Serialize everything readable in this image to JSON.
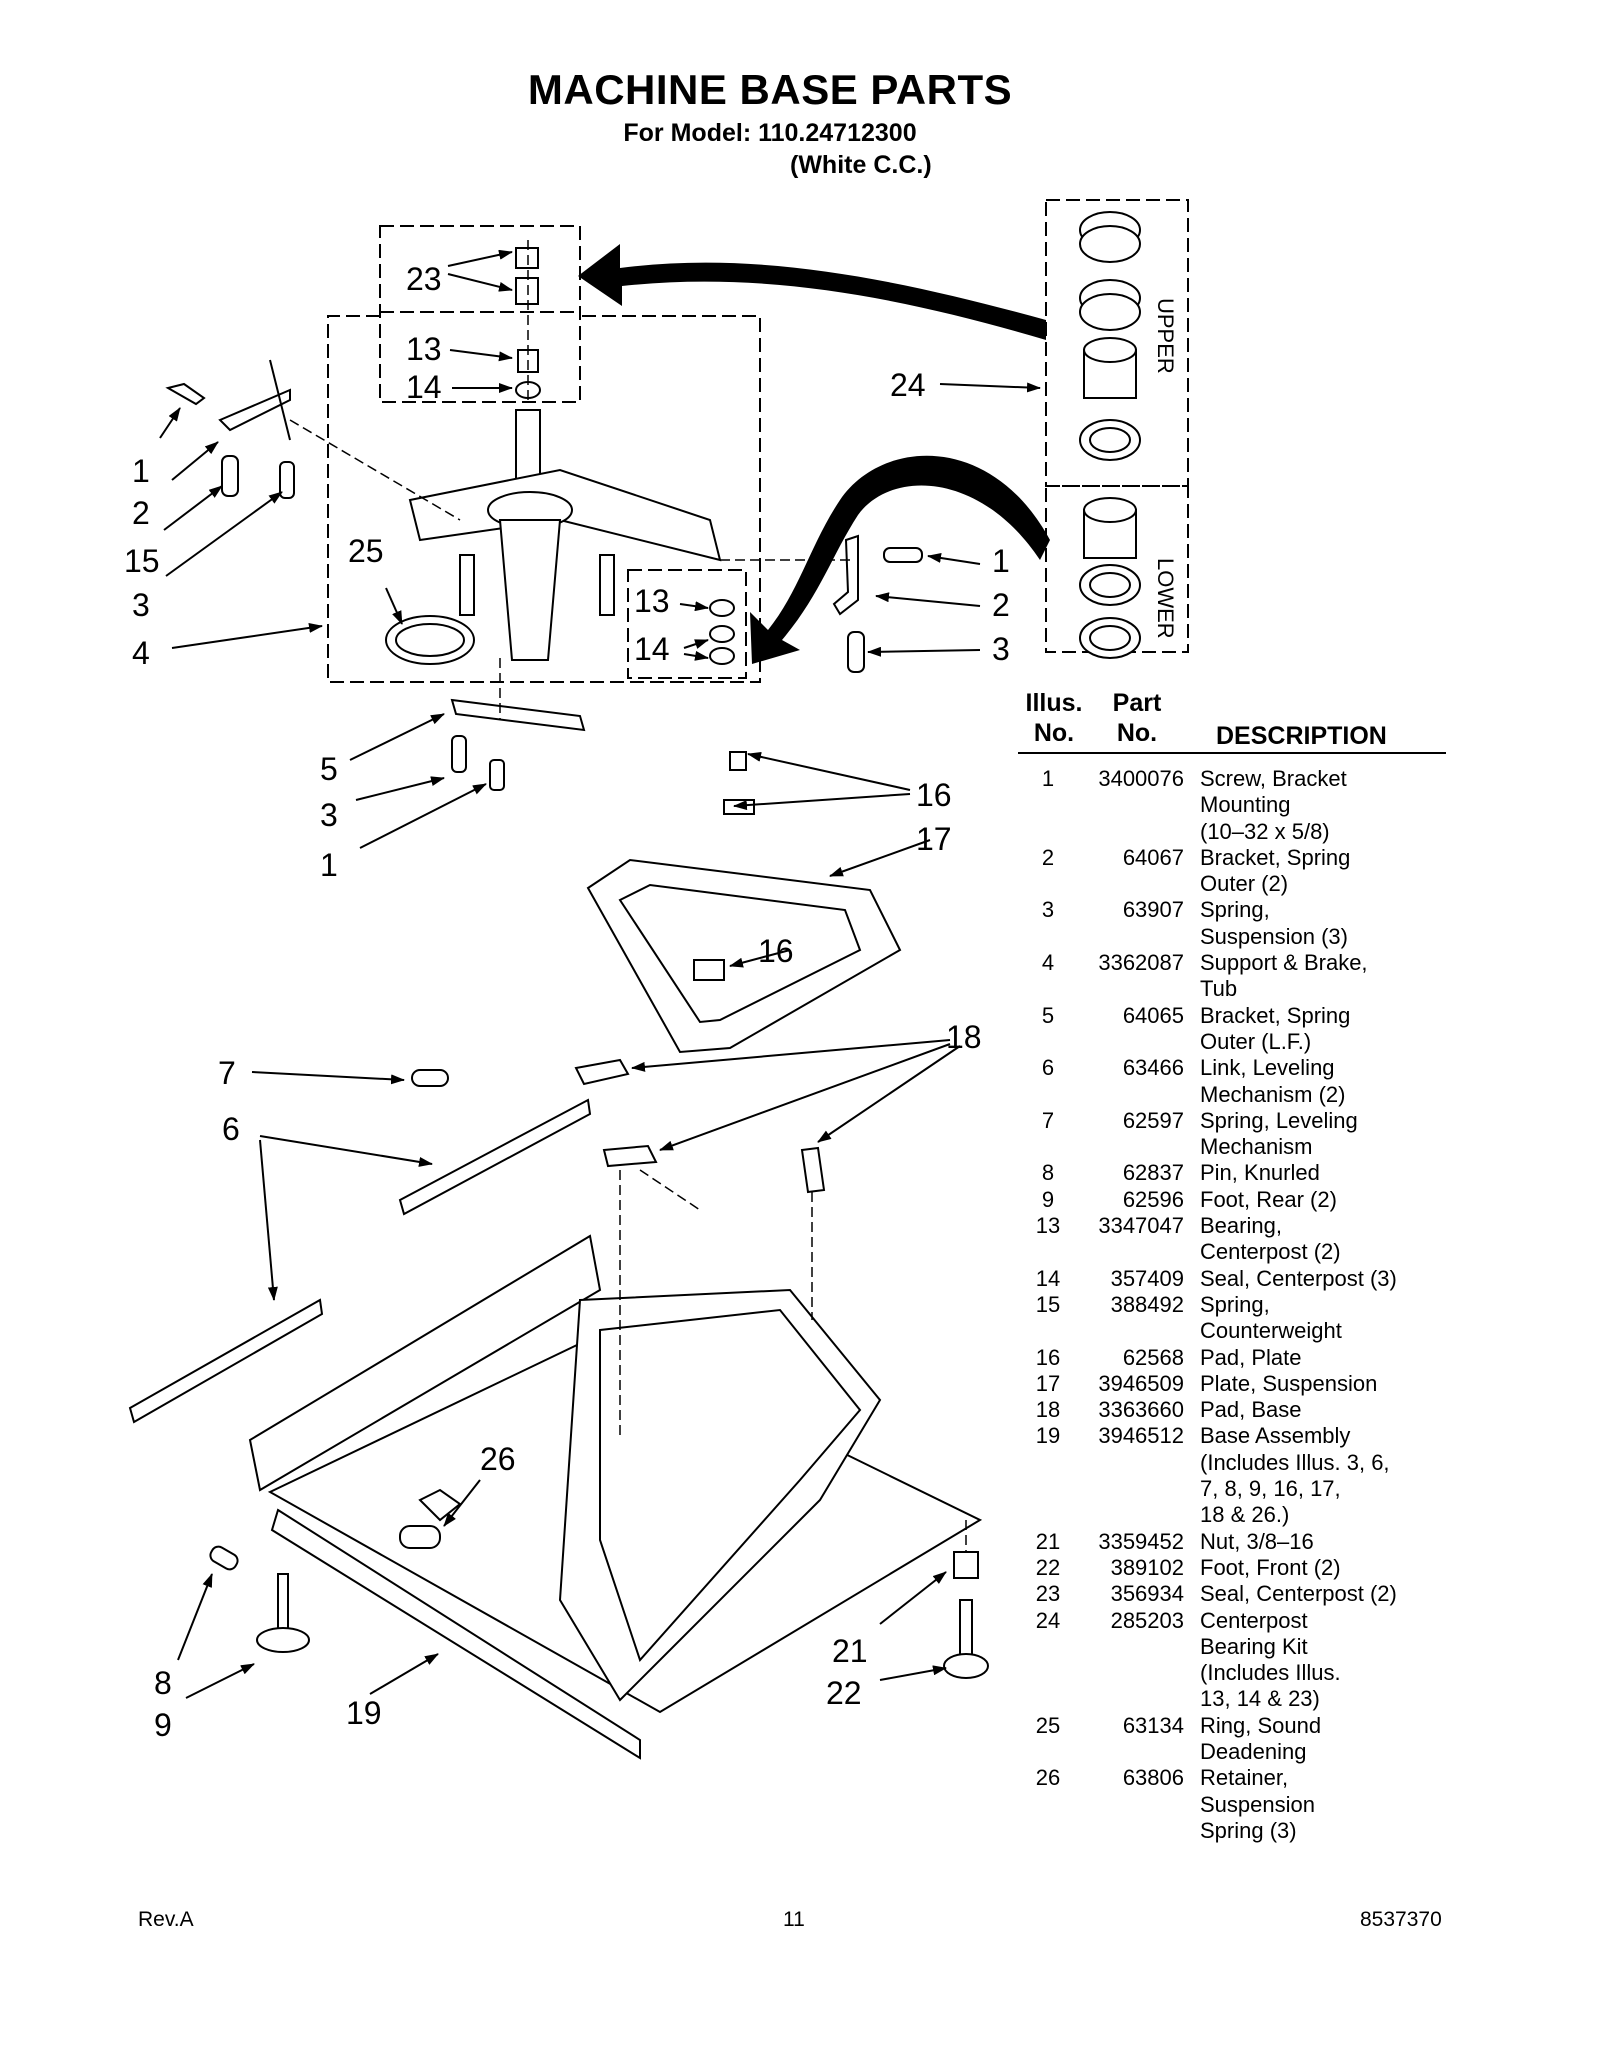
{
  "header": {
    "title": "MACHINE BASE PARTS",
    "model_line": "For Model: 110.24712300",
    "color_line": "(White C.C.)"
  },
  "diagram": {
    "callouts": [
      "23",
      "13",
      "14",
      "24",
      "1",
      "2",
      "15",
      "3",
      "4",
      "25",
      "1",
      "2",
      "3",
      "13",
      "14",
      "5",
      "3",
      "1",
      "16",
      "17",
      "16",
      "18",
      "7",
      "6",
      "26",
      "8",
      "9",
      "19",
      "21",
      "22"
    ],
    "kit_labels": {
      "upper": "UPPER",
      "lower": "LOWER"
    }
  },
  "parts_table": {
    "headers": {
      "illus": "Illus.\nNo.",
      "illus_line1": "Illus.",
      "illus_line2": "No.",
      "part_line1": "Part",
      "part_line2": "No.",
      "description": "DESCRIPTION"
    },
    "rows": [
      {
        "illus": "1",
        "part": "3400076",
        "desc": "Screw, Bracket\nMounting\n(10–32 x 5/8)"
      },
      {
        "illus": "2",
        "part": "64067",
        "desc": "Bracket, Spring\nOuter (2)"
      },
      {
        "illus": "3",
        "part": "63907",
        "desc": "Spring,\nSuspension (3)"
      },
      {
        "illus": "4",
        "part": "3362087",
        "desc": "Support & Brake,\nTub"
      },
      {
        "illus": "5",
        "part": "64065",
        "desc": "Bracket, Spring\nOuter (L.F.)"
      },
      {
        "illus": "6",
        "part": "63466",
        "desc": "Link, Leveling\nMechanism (2)"
      },
      {
        "illus": "7",
        "part": "62597",
        "desc": "Spring, Leveling\nMechanism"
      },
      {
        "illus": "8",
        "part": "62837",
        "desc": "Pin, Knurled"
      },
      {
        "illus": "9",
        "part": "62596",
        "desc": "Foot, Rear (2)"
      },
      {
        "illus": "13",
        "part": "3347047",
        "desc": "Bearing,\nCenterpost (2)"
      },
      {
        "illus": "14",
        "part": "357409",
        "desc": "Seal, Centerpost (3)"
      },
      {
        "illus": "15",
        "part": "388492",
        "desc": "Spring,\nCounterweight"
      },
      {
        "illus": "16",
        "part": "62568",
        "desc": "Pad, Plate"
      },
      {
        "illus": "17",
        "part": "3946509",
        "desc": "Plate, Suspension"
      },
      {
        "illus": "18",
        "part": "3363660",
        "desc": "Pad, Base"
      },
      {
        "illus": "19",
        "part": "3946512",
        "desc": "Base Assembly\n(Includes Illus. 3, 6,\n7, 8, 9, 16, 17,\n18 & 26.)"
      },
      {
        "illus": "21",
        "part": "3359452",
        "desc": "Nut, 3/8–16"
      },
      {
        "illus": "22",
        "part": "389102",
        "desc": "Foot, Front (2)"
      },
      {
        "illus": "23",
        "part": "356934",
        "desc": "Seal, Centerpost (2)"
      },
      {
        "illus": "24",
        "part": "285203",
        "desc": "Centerpost\nBearing Kit\n(Includes Illus.\n13, 14 & 23)"
      },
      {
        "illus": "25",
        "part": "63134",
        "desc": "Ring, Sound\nDeadening"
      },
      {
        "illus": "26",
        "part": "63806",
        "desc": "Retainer,\nSuspension\nSpring (3)"
      }
    ]
  },
  "footer": {
    "revision": "Rev.A",
    "page_number": "11",
    "document_number": "8537370"
  }
}
